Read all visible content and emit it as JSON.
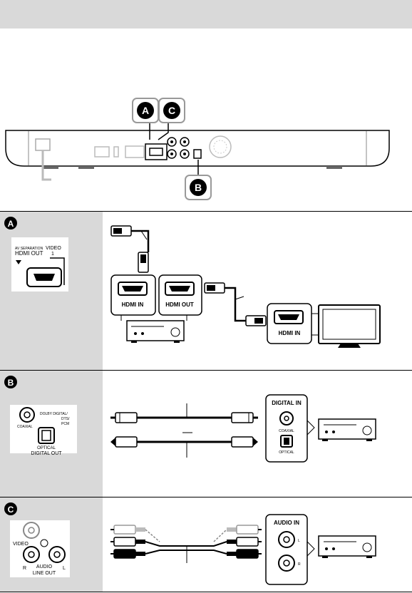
{
  "markers": {
    "a": "A",
    "b": "B",
    "c": "C"
  },
  "panel_a": {
    "jack_note": "AV SEPARATION",
    "jack_label": "HDMI OUT",
    "jack_video": "VIDEO",
    "jack_video_num": "1",
    "amp_in": "HDMI IN",
    "amp_out": "HDMI OUT",
    "tv_in": "HDMI IN"
  },
  "panel_b": {
    "jack_digital": "DOLBY DIGITAL/",
    "jack_dts": "DTS/",
    "jack_pcm": "PCM",
    "jack_coaxial": "COAXIAL",
    "jack_optical": "OPTICAL",
    "jack_digital_out": "DIGITAL OUT",
    "box_title": "DIGITAL IN",
    "box_coaxial": "COAXIAL",
    "box_optical": "OPTICAL"
  },
  "panel_c": {
    "jack_video": "VIDEO",
    "jack_r": "R",
    "jack_l": "L",
    "jack_audio": "AUDIO",
    "jack_line_out": "LINE OUT",
    "box_title": "AUDIO IN",
    "box_l": "L",
    "box_r": "R"
  }
}
